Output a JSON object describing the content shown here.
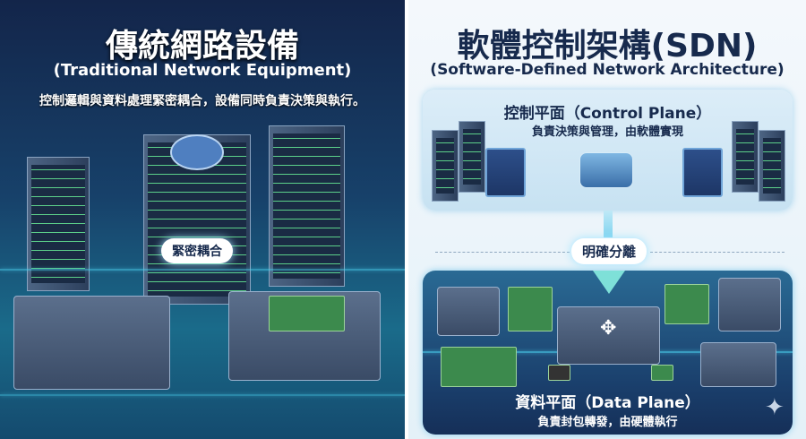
{
  "left": {
    "title": "傳統網路設備",
    "subtitle": "(Traditional Network Equipment)",
    "description": "控制邏輯與資料處理緊密耦合，設備同時負責決策與執行。",
    "coupling_label": "緊密耦合"
  },
  "right": {
    "title": "軟體控制架構(SDN)",
    "subtitle": "(Software-Defined Network Architecture)",
    "control_plane": {
      "title": "控制平面（Control Plane）",
      "description": "負責決策與管理，由軟體實現"
    },
    "separation_label": "明確分離",
    "data_plane": {
      "title": "資料平面（Data Plane）",
      "description": "負責封包轉發，由硬體執行"
    }
  },
  "colors": {
    "left_bg": "#13254a",
    "right_bg": "#f4f8fc",
    "accent": "#4bd3f0",
    "title_dark": "#172a4d"
  }
}
